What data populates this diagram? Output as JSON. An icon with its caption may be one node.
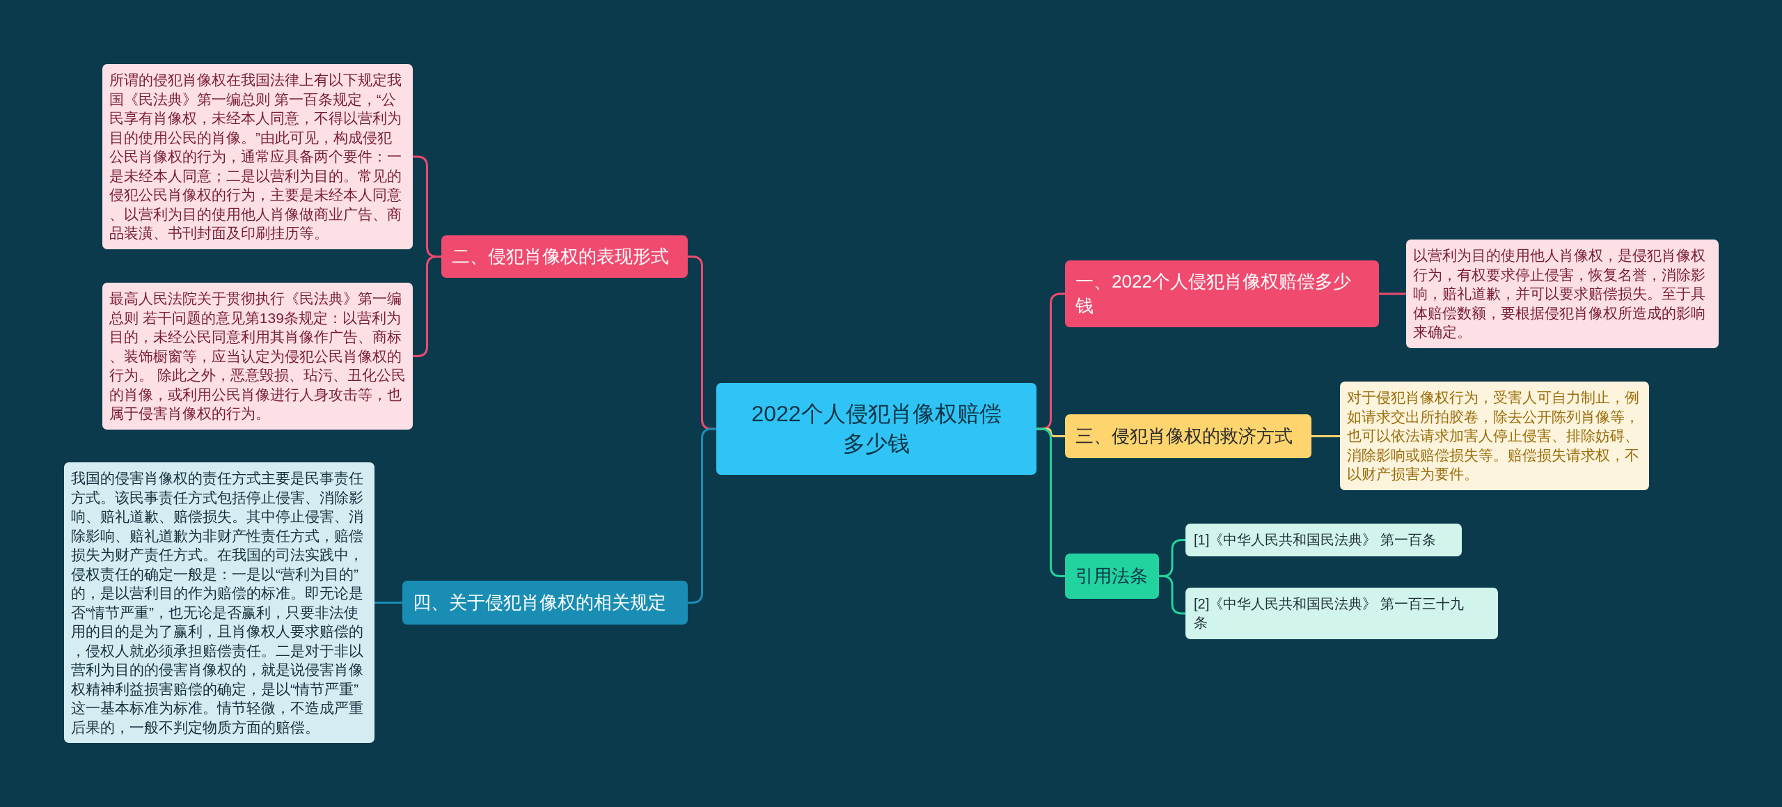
{
  "diagram": {
    "nodes": [
      {
        "text": [
          "2022个人侵犯肖像权赔偿多少钱"
        ]
      },
      {
        "text": [
          "一、2022个人侵犯肖像权赔偿多少钱"
        ]
      },
      {
        "text": [
          "以营利为目的使用他人肖像权，是侵犯肖像权行为，有权要求停止侵害，恢复名誉，消除影响，赔礼道歉，并可以要求赔偿损失。至于具体赔偿数额，要根据侵犯肖像权所造成的影响来确定。"
        ]
      },
      {
        "text": [
          "三、侵犯肖像权的救济方式"
        ]
      },
      {
        "text": [
          "对于侵犯肖像权行为，受害人可自力制止，例如请求交出所拍胶卷，除去公开陈列肖像等，也可以依法请求加害人停止侵害、排除妨碍、消除影响或赔偿损失等。赔偿损失请求权，不以财产损害为要件。"
        ]
      },
      {
        "text": [
          "引用法条"
        ]
      },
      {
        "text": [
          "[1]《中华人民共和国民法典》 第一百条"
        ]
      },
      {
        "text": [
          "[2]《中华人民共和国民法典》 第一百三十九条"
        ]
      },
      {
        "text": [
          "二、侵犯肖像权的表现形式"
        ]
      },
      {
        "text": [
          "所谓的侵犯肖像权在我国法律上有以下规定我国《民法典》第一编总则 第一百条规定，“公民享有肖像权，未经本人同意，不得以营利为目的使用公民的肖像。”由此可见，构成侵犯公民肖像权的行为，通常应具备两个要件：一是未经本人同意；二是以营利为目的。常见的侵犯公民肖像权的行为，主要是未经本人同意、以营利为目的使用他人肖像做商业广告、商品装潢、书刊封面及印刷挂历等。"
        ]
      },
      {
        "text": [
          "最高人民法院关于贯彻执行《民法典》第一编总则 若干问题的意见第139条规定：以营利为目的，未经公民同意利用其肖像作广告、商标、装饰橱窗等，应当认定为侵犯公民肖像权的行为。 除此之外，恶意毁损、玷污、丑化公民的肖像，或利用公民肖像进行人身攻击等，也属于侵害肖像权的行为。"
        ]
      },
      {
        "text": [
          "四、关于侵犯肖像权的相关规定"
        ]
      },
      {
        "text": [
          "我国的侵害肖像权的责任方式主要是民事责任方式。该民事责任方式包括停止侵害、消除影响、赔礼道歉、赔偿损失。其中停止侵害、消除影响、赔礼道歉为非财产性责任方式，赔偿损失为财产责任方式。在我国的司法实践中，侵权责任的确定一般是：一是以“营利为目的”的，是以营利目的作为赔偿的标准。即无论是否“情节严重”，也无论是否赢利，只要非法使用的目的是为了赢利，且肖像权人要求赔偿的，侵权人就必须承担赔偿责任。二是对于非以营利为目的的侵害肖像权的，就是说侵害肖像权精神利益损害赔偿的确定，是以“情节严重”这一基本标准为标准。情节轻微，不造成严重后果的，一般不判定物质方面的赔偿。"
        ]
      }
    ],
    "edges": [
      {
        "from": 0,
        "to": 1,
        "arrow": "none"
      },
      {
        "from": 1,
        "to": 2,
        "arrow": "none"
      },
      {
        "from": 0,
        "to": 3,
        "arrow": "none",
        "color": "#fdd46d"
      },
      {
        "from": 3,
        "to": 4,
        "arrow": "none",
        "color": "#fdd46d"
      },
      {
        "from": 0,
        "to": 5,
        "arrow": "none",
        "color": "#22d3a0"
      },
      {
        "from": 5,
        "to": 6,
        "arrow": "none",
        "color": "#22d3a0"
      },
      {
        "from": 5,
        "to": 7,
        "arrow": "none",
        "color": "#22d3a0"
      },
      {
        "from": 0,
        "to": 8,
        "arrow": "none"
      },
      {
        "from": 8,
        "to": 9,
        "arrow": "none"
      },
      {
        "from": 8,
        "to": 10,
        "arrow": "none"
      },
      {
        "from": 0,
        "to": 11,
        "arrow": "none",
        "color": "#1a8db5"
      },
      {
        "from": 11,
        "to": 12,
        "arrow": "none",
        "color": "#1a8db5"
      }
    ]
  }
}
